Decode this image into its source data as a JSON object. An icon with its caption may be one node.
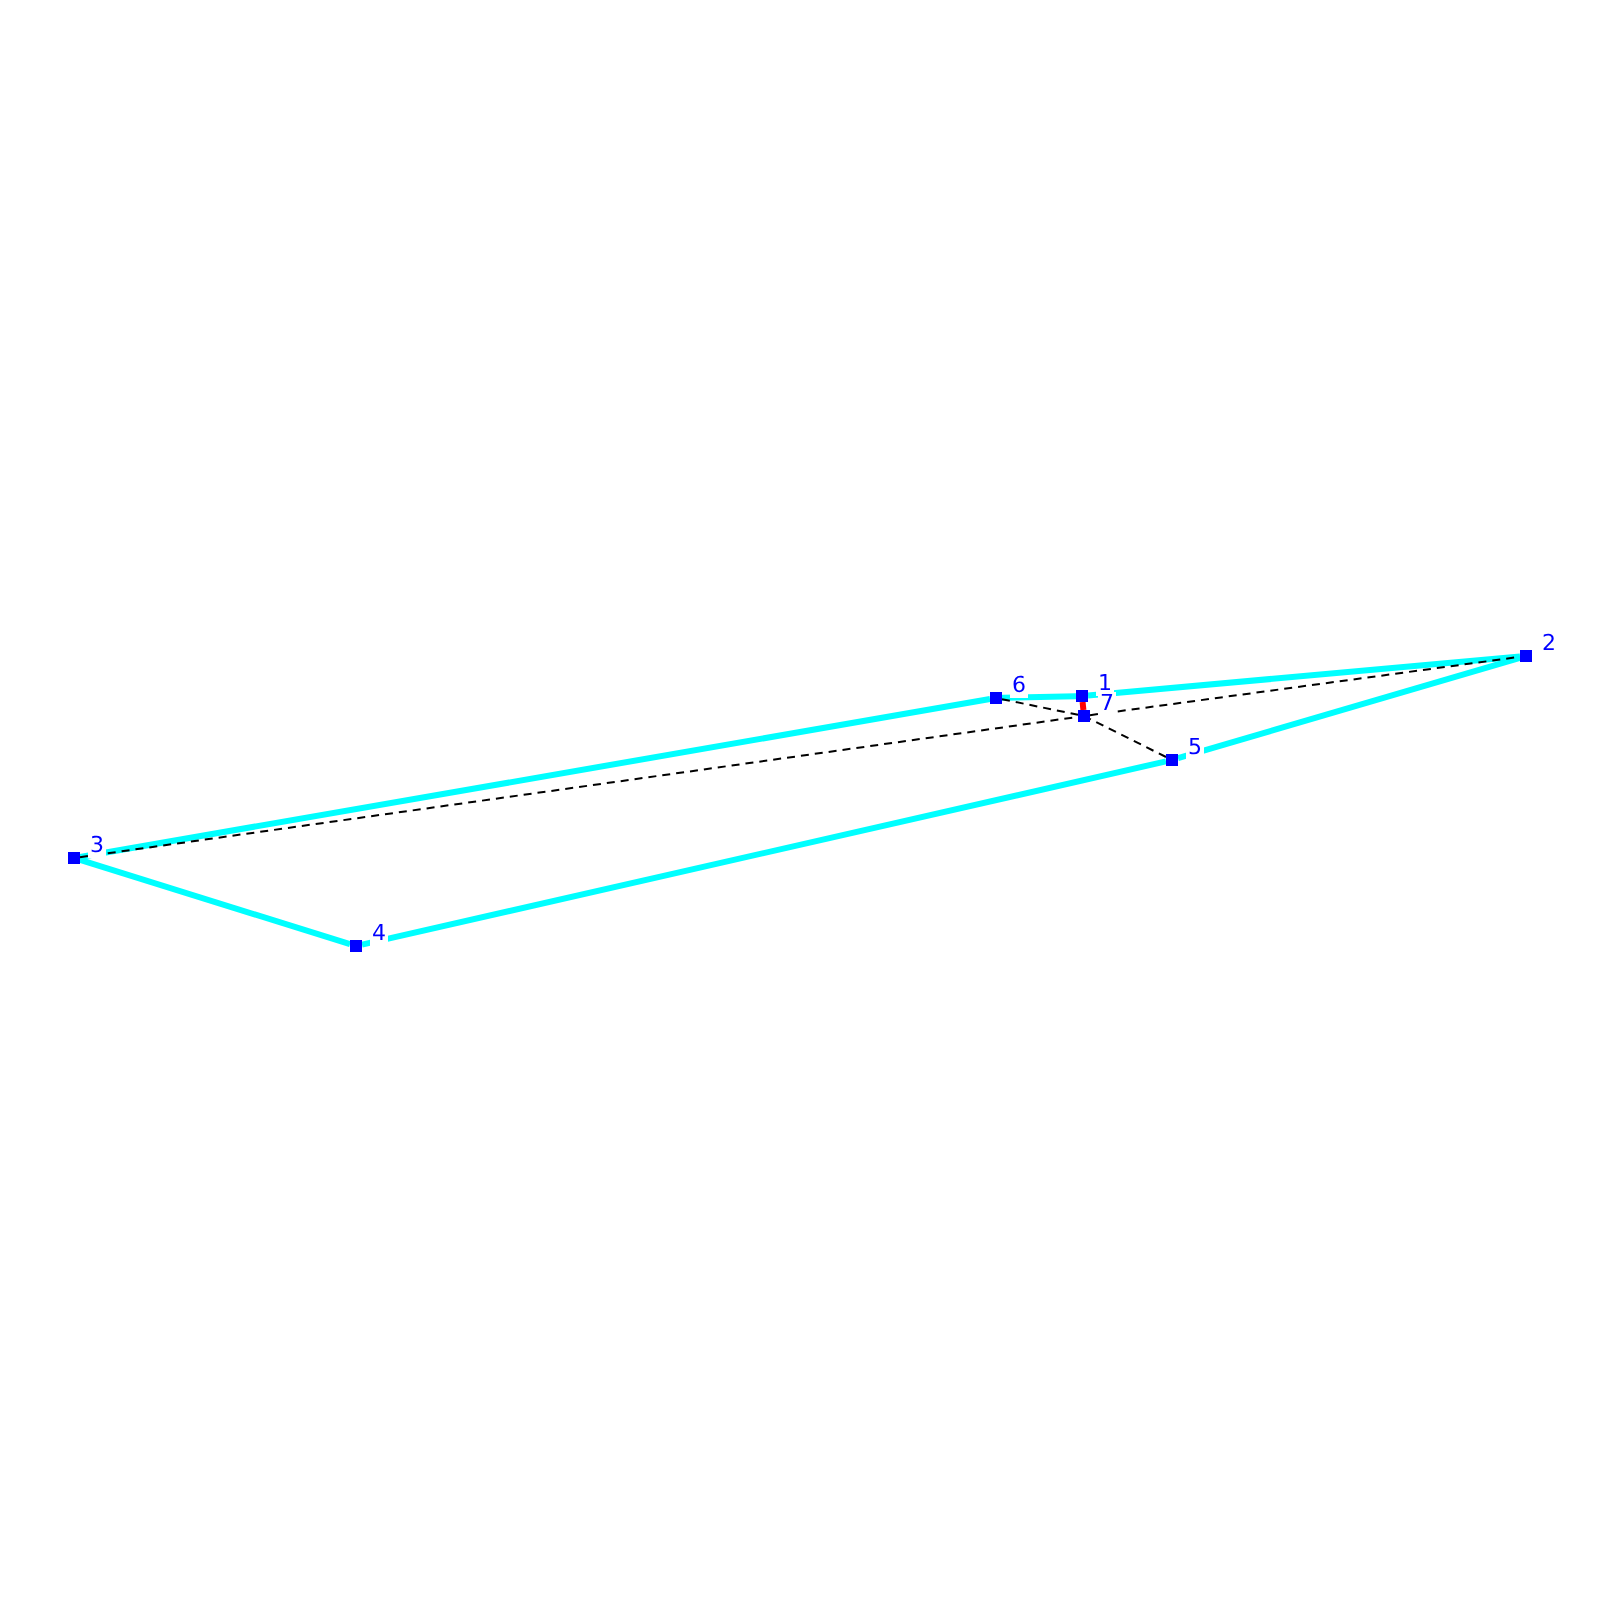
{
  "diagram": {
    "nodes": [
      {
        "text": [
          "1"
        ]
      },
      {
        "text": [
          "2"
        ]
      },
      {
        "text": [
          "3"
        ]
      },
      {
        "text": [
          "4"
        ]
      },
      {
        "text": [
          "5"
        ]
      },
      {
        "text": [
          "6"
        ]
      },
      {
        "text": [
          "7"
        ]
      }
    ],
    "edges": [
      {
        "from": 2,
        "to": 5,
        "arrow": "none"
      },
      {
        "from": 5,
        "to": 0,
        "arrow": "none"
      },
      {
        "from": 0,
        "to": 1,
        "arrow": "none"
      },
      {
        "from": 1,
        "to": 4,
        "arrow": "none"
      },
      {
        "from": 4,
        "to": 3,
        "arrow": "none"
      },
      {
        "from": 3,
        "to": 2,
        "arrow": "none"
      },
      {
        "from": 4,
        "to": 6,
        "arrow": "none",
        "style": "dashed",
        "color": "#000000"
      },
      {
        "from": 5,
        "to": 6,
        "arrow": "none",
        "style": "dashed",
        "color": "#000000"
      },
      {
        "from": 6,
        "to": 1,
        "arrow": "none",
        "style": "dashed",
        "color": "#000000"
      },
      {
        "from": 2,
        "to": 6,
        "arrow": "none",
        "style": "dashed",
        "color": "#000000"
      },
      {
        "from": 0,
        "to": 6,
        "arrow": "none",
        "color": "#ff0000"
      }
    ]
  }
}
